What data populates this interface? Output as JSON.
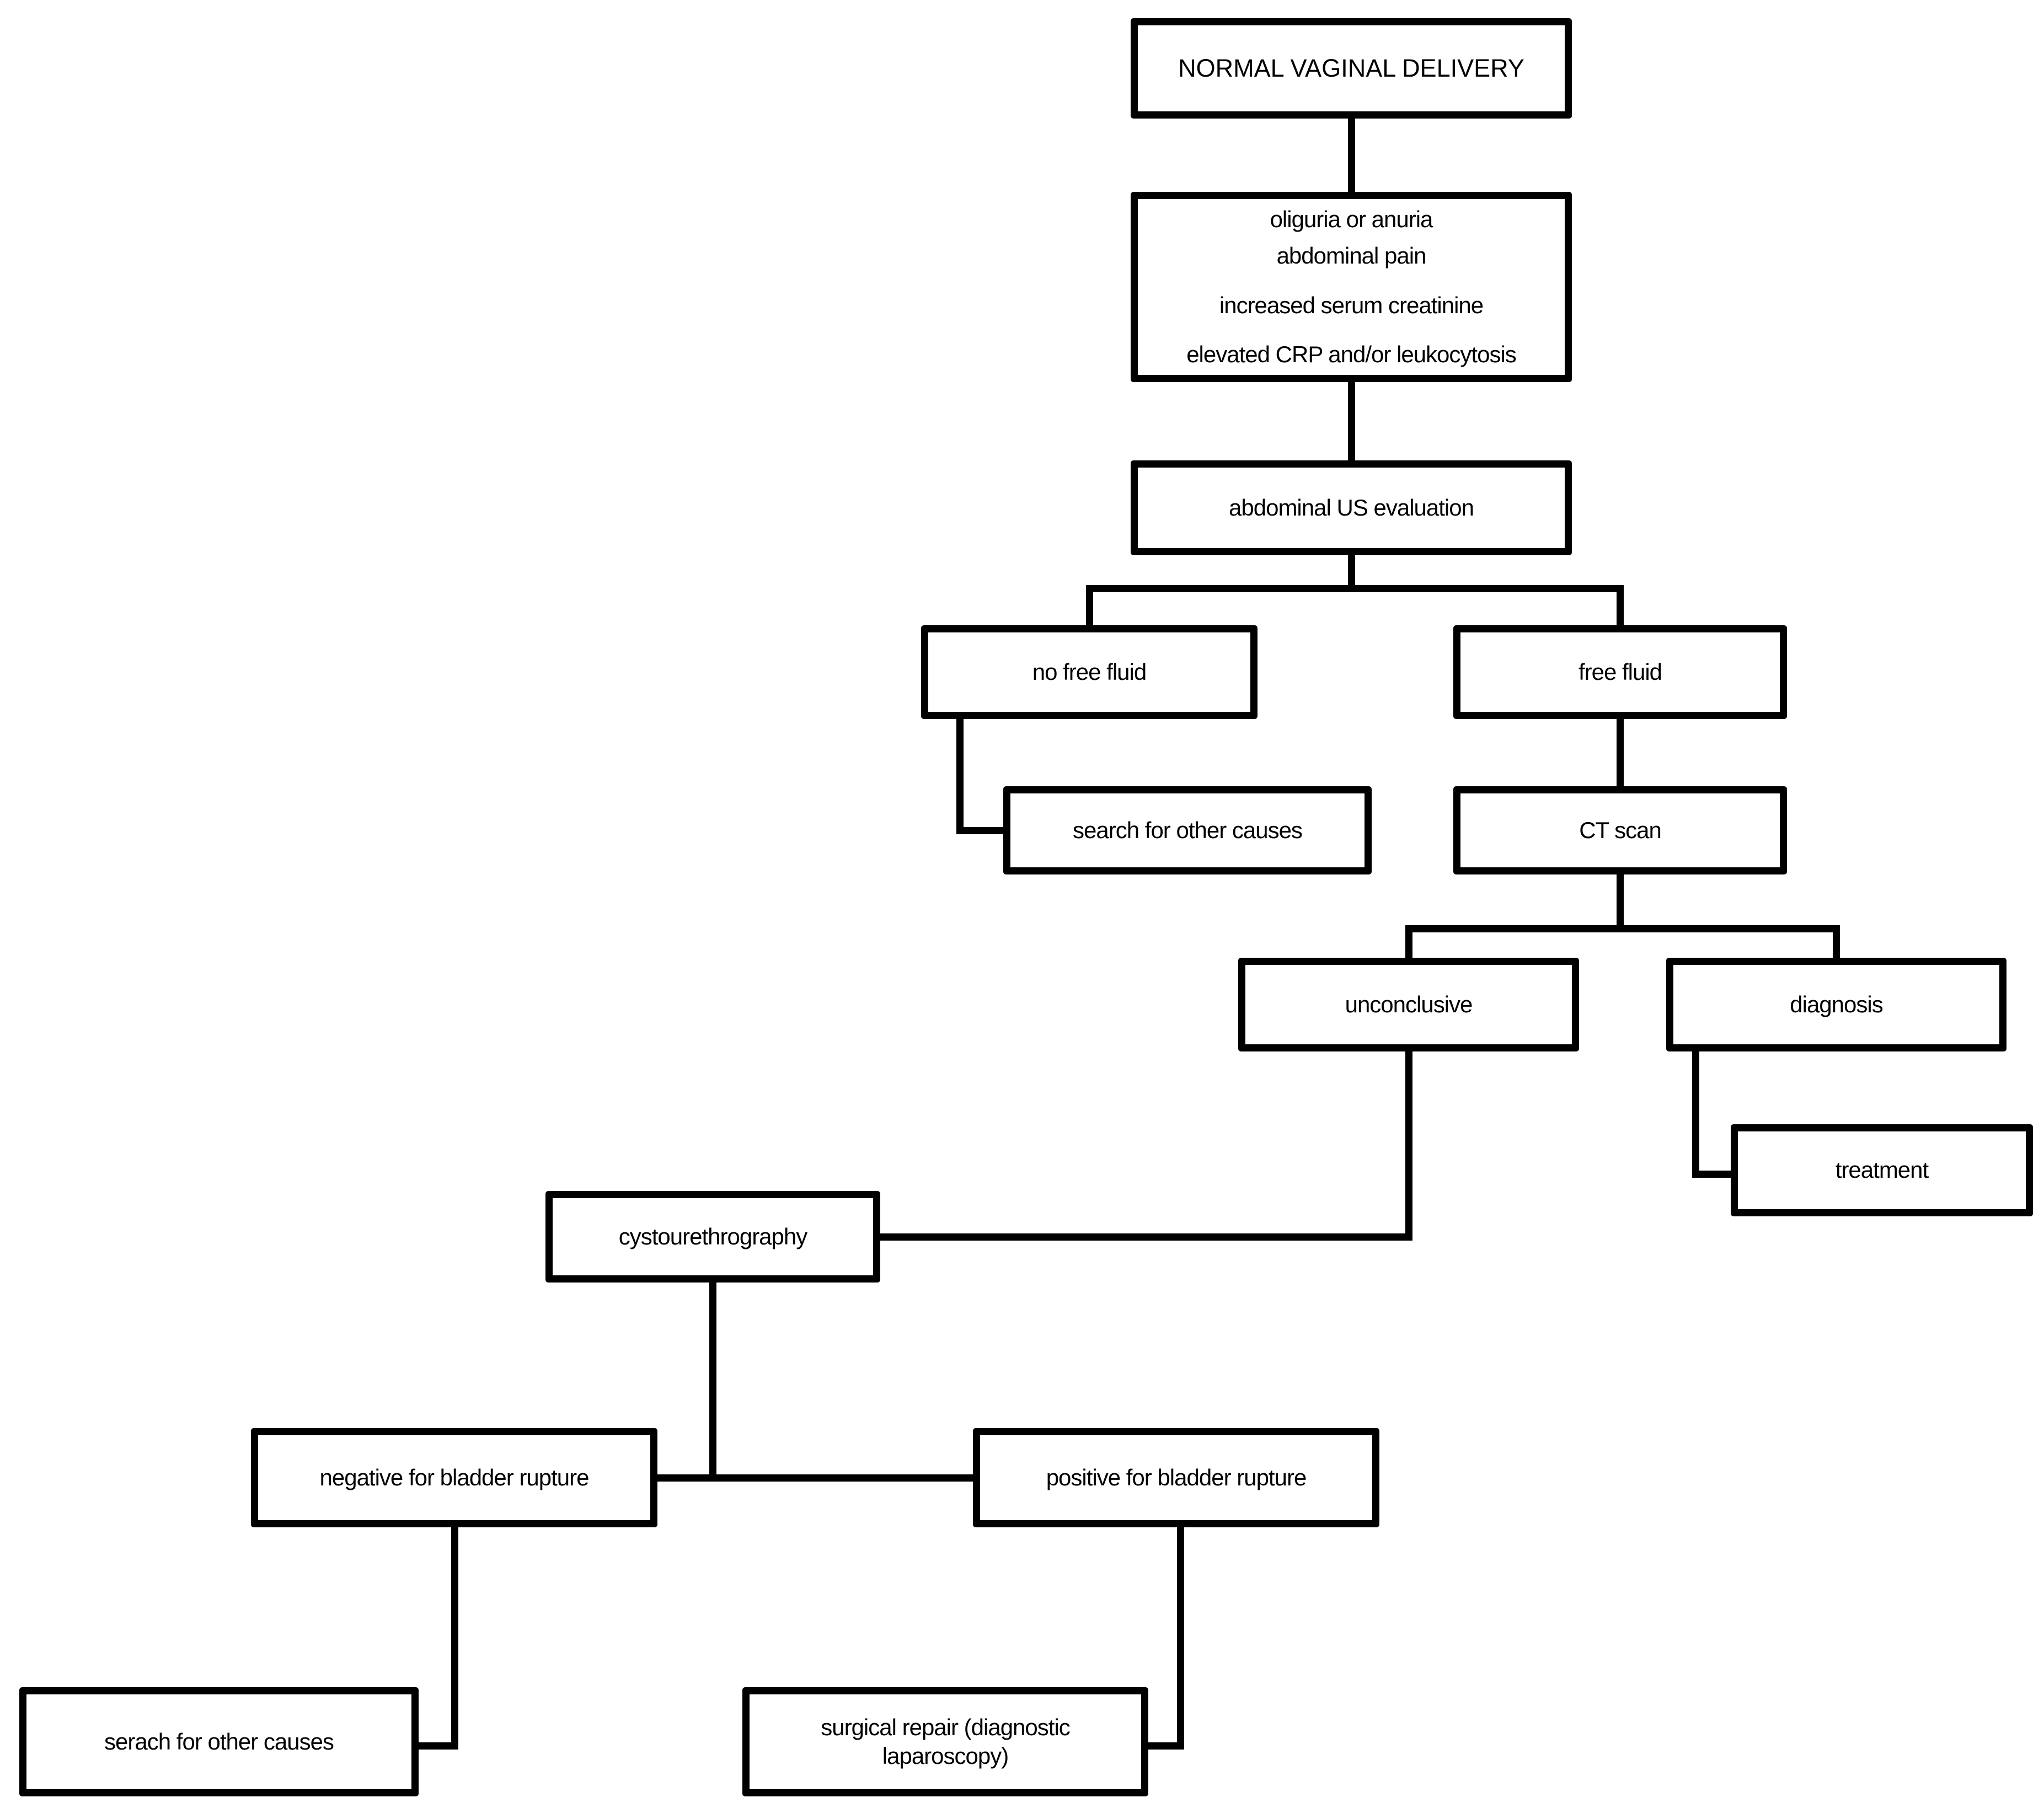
{
  "diagram": {
    "nodes": {
      "normal_delivery": {
        "label": "NORMAL VAGINAL DELIVERY"
      },
      "symptoms": {
        "lines": [
          "oliguria or anuria",
          "abdominal pain",
          "increased serum creatinine",
          "elevated CRP and/or leukocytosis"
        ]
      },
      "us_evaluation": {
        "label": "abdominal US evaluation"
      },
      "no_free_fluid": {
        "label": "no free fluid"
      },
      "free_fluid": {
        "label": "free fluid"
      },
      "search_other_causes": {
        "label": "search for other causes"
      },
      "ct_scan": {
        "label": "CT scan"
      },
      "unconclusive": {
        "label": "unconclusive"
      },
      "diagnosis": {
        "label": "diagnosis"
      },
      "treatment": {
        "label": "treatment"
      },
      "cystourethrography": {
        "label": "cystourethrography"
      },
      "negative_bladder_rupture": {
        "label": "negative for bladder rupture"
      },
      "positive_bladder_rupture": {
        "label": "positive for bladder rupture"
      },
      "serach_other_causes": {
        "label": "serach for other causes"
      },
      "surgical_repair": {
        "label": "surgical repair (diagnostic laparoscopy)"
      }
    },
    "colors": {
      "line": "#000000",
      "box_background": "#ffffff",
      "text": "#000000",
      "page_background": "#ffffff"
    }
  }
}
